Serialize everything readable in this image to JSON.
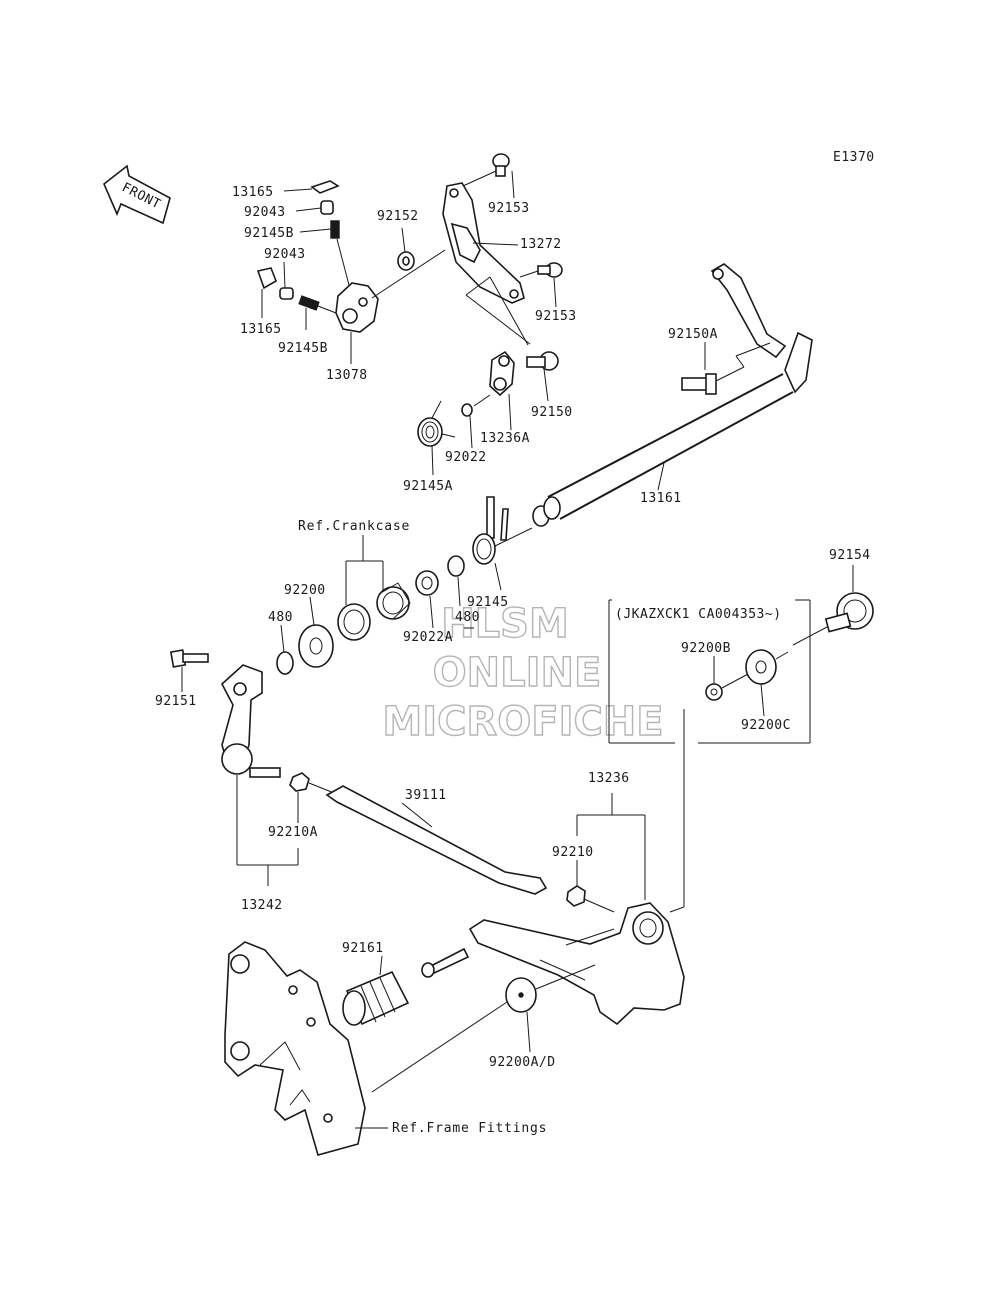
{
  "diagram_code": "E1370",
  "front_arrow_label": "FRONT",
  "watermark": [
    "HLSM",
    "ONLINE",
    "MICROFICHE"
  ],
  "ref_labels": {
    "crankcase": "Ref.Crankcase",
    "frame_fittings": "Ref.Frame Fittings"
  },
  "serial_box_label": "(JKAZXCK1 CA004353~)",
  "parts": {
    "p13165a": "13165",
    "p92043a": "92043",
    "p92145Ba": "92145B",
    "p92043b": "92043",
    "p13165b": "13165",
    "p92145Bb": "92145B",
    "p13078": "13078",
    "p92152": "92152",
    "p92153a": "92153",
    "p13272": "13272",
    "p92153b": "92153",
    "p92150A": "92150A",
    "p92150": "92150",
    "p13236A": "13236A",
    "p92022": "92022",
    "p92145A": "92145A",
    "p13161": "13161",
    "p92154": "92154",
    "p92200": "92200",
    "p480a": "480",
    "p92151": "92151",
    "p92022A": "92022A",
    "p480b": "480",
    "p92145": "92145",
    "p92200B": "92200B",
    "p92200C": "92200C",
    "p13236": "13236",
    "p39111": "39111",
    "p92210": "92210",
    "p92210A": "92210A",
    "p13242": "13242",
    "p92161": "92161",
    "p92200AD": "92200A/D"
  },
  "colors": {
    "ink": "#1a1a1a",
    "background": "#ffffff",
    "watermark": "#b5b5b5"
  }
}
